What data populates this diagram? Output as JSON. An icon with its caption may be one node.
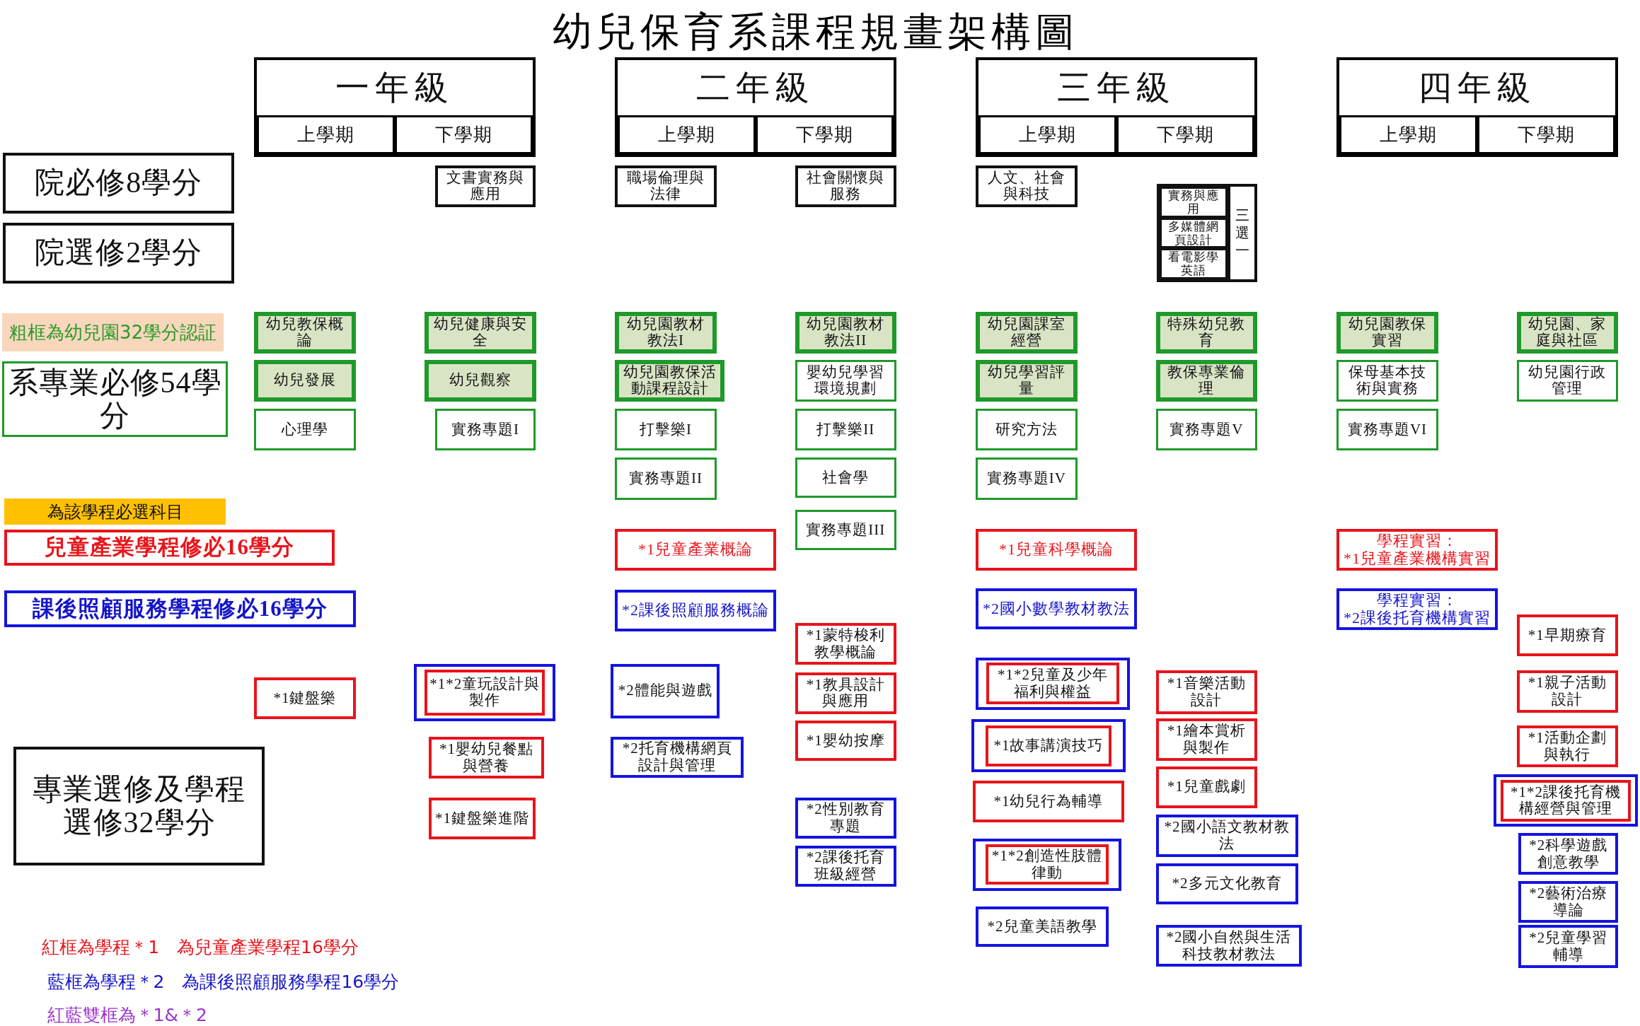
{
  "diagram": {
    "title": "幼兒保育系課程規畫架構圖",
    "nodes": [
      {
        "text": [
          "一年級"
        ]
      },
      {
        "text": [
          "上學期"
        ],
        "in": 0
      },
      {
        "text": [
          "下學期"
        ],
        "in": 0
      },
      {
        "text": [
          "二年級"
        ]
      },
      {
        "text": [
          "上學期"
        ],
        "in": 3
      },
      {
        "text": [
          "下學期"
        ],
        "in": 3
      },
      {
        "text": [
          "三年級"
        ]
      },
      {
        "text": [
          "上學期"
        ],
        "in": 6
      },
      {
        "text": [
          "下學期"
        ],
        "in": 6
      },
      {
        "text": [
          "四年級"
        ]
      },
      {
        "text": [
          "上學期"
        ],
        "in": 9
      },
      {
        "text": [
          "下學期"
        ],
        "in": 9
      },
      {
        "text": [
          "院必修8學分"
        ]
      },
      {
        "text": [
          "院選修2學分"
        ]
      },
      {
        "text": [
          "文書實務與應用"
        ]
      },
      {
        "text": [
          "職場倫理與法律"
        ]
      },
      {
        "text": [
          "社會關懷與服務"
        ]
      },
      {
        "text": [
          "人文、社會與科技"
        ]
      },
      {
        "text": [
          "三選一"
        ]
      },
      {
        "text": [
          "實務與應用"
        ],
        "in": 18
      },
      {
        "text": [
          "多媒體網頁設計"
        ],
        "in": 18
      },
      {
        "text": [
          "看電影學英語"
        ],
        "in": 18
      },
      {
        "text": [
          "系專業必修54學分"
        ]
      },
      {
        "text": [
          "幼兒教保概論"
        ]
      },
      {
        "text": [
          "幼兒發展"
        ]
      },
      {
        "text": [
          "心理學"
        ]
      },
      {
        "text": [
          "幼兒健康與安全"
        ]
      },
      {
        "text": [
          "幼兒觀察"
        ]
      },
      {
        "text": [
          "實務專題I"
        ]
      },
      {
        "text": [
          "幼兒園教材教法I"
        ]
      },
      {
        "text": [
          "幼兒園教保活動課程設計"
        ]
      },
      {
        "text": [
          "打擊樂I"
        ]
      },
      {
        "text": [
          "實務專題II"
        ]
      },
      {
        "text": [
          "幼兒園教材教法II"
        ]
      },
      {
        "text": [
          "嬰幼兒學習環境規劃"
        ]
      },
      {
        "text": [
          "打擊樂II"
        ]
      },
      {
        "text": [
          "社會學"
        ]
      },
      {
        "text": [
          "實務專題III"
        ]
      },
      {
        "text": [
          "幼兒園課室經營"
        ]
      },
      {
        "text": [
          "幼兒學習評量"
        ]
      },
      {
        "text": [
          "研究方法"
        ]
      },
      {
        "text": [
          "實務專題IV"
        ]
      },
      {
        "text": [
          "特殊幼兒教育"
        ]
      },
      {
        "text": [
          "教保專業倫理"
        ]
      },
      {
        "text": [
          "實務專題V"
        ]
      },
      {
        "text": [
          "幼兒園教保實習"
        ]
      },
      {
        "text": [
          "保母基本技術與實務"
        ]
      },
      {
        "text": [
          "實務專題VI"
        ]
      },
      {
        "text": [
          "幼兒園、家庭與社區"
        ]
      },
      {
        "text": [
          "幼兒園行政管理"
        ]
      },
      {
        "text": [
          "兒童產業學程修必16學分"
        ]
      },
      {
        "text": [
          "課後照顧服務學程修必16學分"
        ]
      },
      {
        "text": [
          "*1兒童產業概論"
        ]
      },
      {
        "text": [
          "*2課後照顧服務概論"
        ]
      },
      {
        "text": [
          "*1兒童科學概論"
        ]
      },
      {
        "text": [
          "*2國小數學教材教法"
        ]
      },
      {
        "text": [
          "學程實習：",
          "*1兒童產業機構實習"
        ]
      },
      {
        "text": [
          "學程實習：",
          "*2課後托育機構實習"
        ]
      },
      {
        "text": [
          "專業選修及學程選修32學分"
        ]
      },
      {
        "text": [
          "*1鍵盤樂"
        ]
      },
      {
        "text": [],
        "shape": "box"
      },
      {
        "text": [
          "*1*2童玩設計與製作"
        ],
        "in": 60
      },
      {
        "text": [
          "*1嬰幼兒餐點與營養"
        ]
      },
      {
        "text": [
          "*1鍵盤樂進階"
        ]
      },
      {
        "text": [
          "*2體能與遊戲"
        ]
      },
      {
        "text": [
          "*2托育機構網頁設計與管理"
        ]
      },
      {
        "text": [
          "*1蒙特梭利教學概論"
        ]
      },
      {
        "text": [
          "*1教具設計與應用"
        ]
      },
      {
        "text": [
          "*1嬰幼按摩"
        ]
      },
      {
        "text": [
          "*2性別教育專題"
        ]
      },
      {
        "text": [
          "*2課後托育班級經營"
        ]
      },
      {
        "text": [],
        "shape": "box"
      },
      {
        "text": [
          "*1*2兒童及少年福利與權益"
        ],
        "in": 71
      },
      {
        "text": [],
        "shape": "box"
      },
      {
        "text": [
          "*1故事講演技巧"
        ],
        "in": 73
      },
      {
        "text": [
          "*1幼兒行為輔導"
        ]
      },
      {
        "text": [],
        "shape": "box"
      },
      {
        "text": [
          "*1*2創造性肢體律動"
        ],
        "in": 76
      },
      {
        "text": [
          "*2兒童美語教學"
        ]
      },
      {
        "text": [
          "*1音樂活動設計"
        ]
      },
      {
        "text": [
          "*1繪本賞析與製作"
        ]
      },
      {
        "text": [
          "*1兒童戲劇"
        ]
      },
      {
        "text": [
          "*2國小語文教材教法"
        ]
      },
      {
        "text": [
          "*2多元文化教育"
        ]
      },
      {
        "text": [
          "*2國小自然與生活科技教材教法"
        ]
      },
      {
        "text": [
          "*1早期療育"
        ]
      },
      {
        "text": [
          "*1親子活動設計"
        ]
      },
      {
        "text": [
          "*1活動企劃與執行"
        ]
      },
      {
        "text": [],
        "shape": "box"
      },
      {
        "text": [
          "*1*2課後托育機構經營與管理"
        ],
        "in": 88
      },
      {
        "text": [
          "*2科學遊戲創意教學"
        ]
      },
      {
        "text": [
          "*2藝術治療導論"
        ]
      },
      {
        "text": [
          "*2兒童學習輔導"
        ]
      }
    ],
    "labels": [
      "粗框為幼兒園32學分認証",
      "為該學程必選科目",
      "紅框為學程＊1　為兒童產業學程16學分",
      "藍框為學程＊2　為課後照顧服務學程16學分",
      "紅藍雙框為＊1&＊2"
    ]
  }
}
